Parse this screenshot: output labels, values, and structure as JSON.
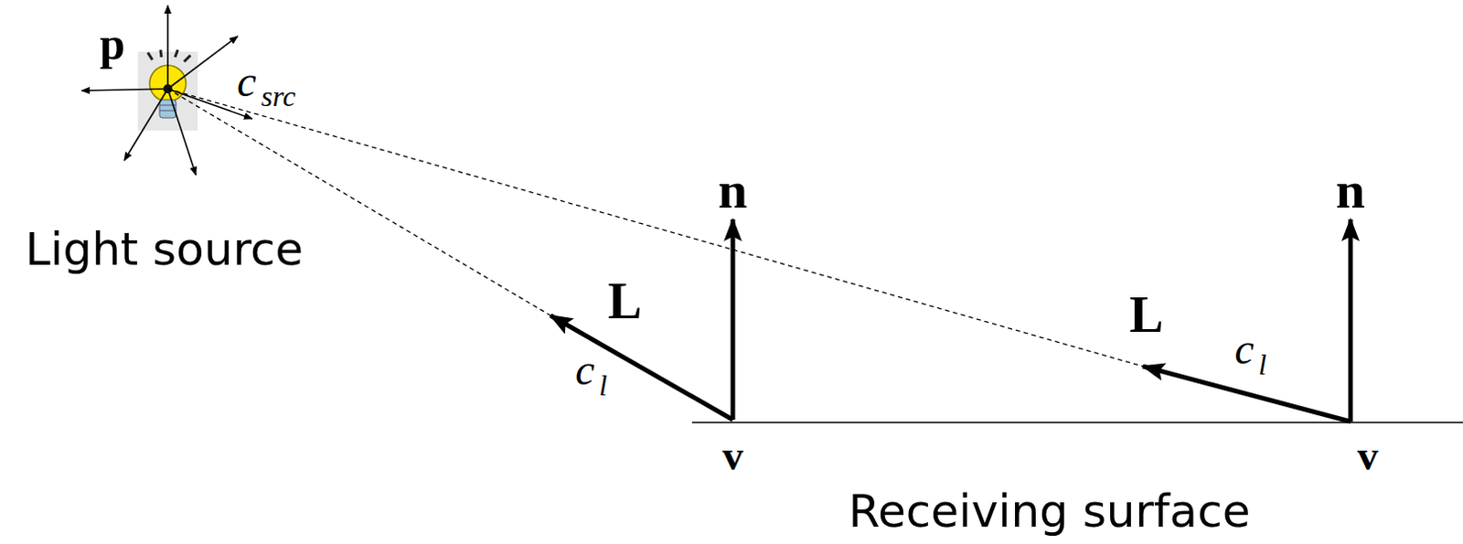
{
  "diagram": {
    "labels": [
      "p",
      "c",
      "src",
      "Light source",
      "n",
      "L",
      "c",
      "l",
      "v",
      "n",
      "L",
      "c",
      "l",
      "v",
      "Receiving surface"
    ]
  }
}
